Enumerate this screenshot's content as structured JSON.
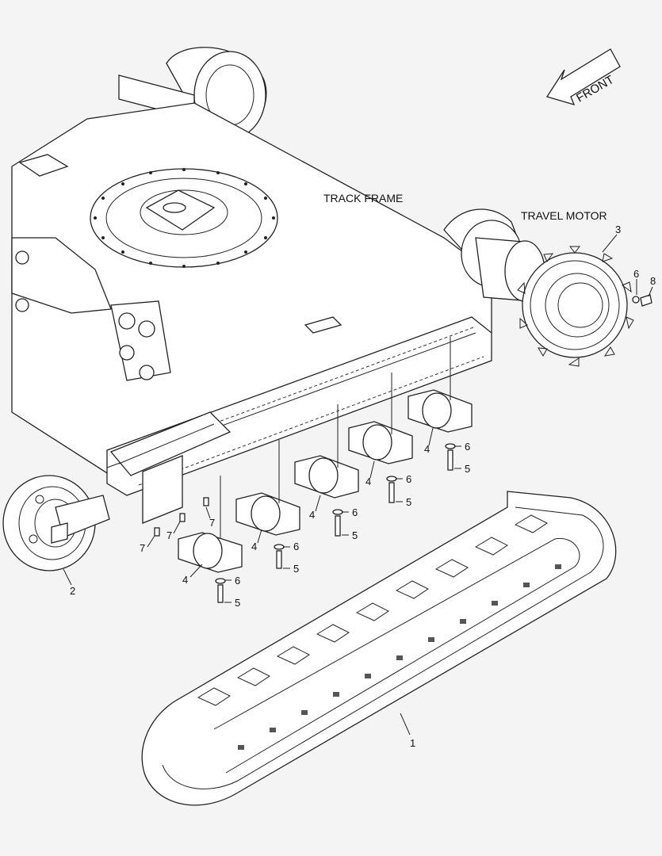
{
  "labels": {
    "track_frame": "TRACK FRAME",
    "travel_motor": "TRAVEL MOTOR",
    "front": "FRONT"
  },
  "callouts": {
    "track": "1",
    "idler": "2",
    "sprocket": "3",
    "roller": "4",
    "bolt": "5",
    "washer": "6",
    "small_bolt": "7",
    "sprocket_bolt": "8"
  },
  "colors": {
    "background": "#f4f4f4",
    "line": "#222222"
  }
}
